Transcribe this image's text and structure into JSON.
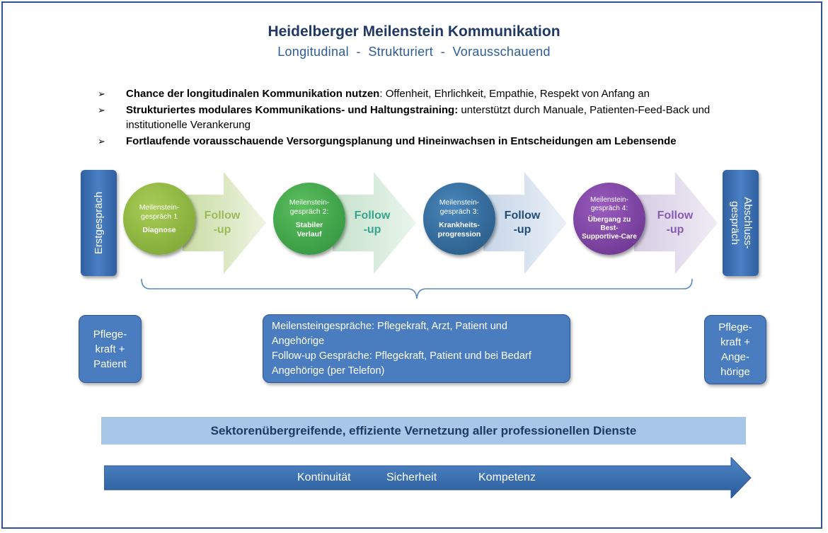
{
  "title": "Heidelberger Meilenstein Kommunikation",
  "subtitle": "Longitudinal  -  Strukturiert  -  Vorausschauend",
  "bullets": [
    {
      "bold": "Chance der longitudinalen Kommunikation nutzen",
      "rest": ": Offenheit, Ehrlichkeit, Empathie, Respekt von Anfang an"
    },
    {
      "bold": "Strukturiertes modulares Kommunikations- und Haltungstraining:",
      "rest": " unterstützt durch Manuale, Patienten-Feed-Back und institutionelle Verankerung"
    },
    {
      "bold": "Fortlaufende vorausschauende Versorgungsplanung und Hineinwachsen in Entscheidungen am Lebensende",
      "rest": ""
    }
  ],
  "bullet_symbol": "➢",
  "side_left": "Erstgespräch",
  "side_right_line1": "Abschluss-",
  "side_right_line2": "gespräch",
  "milestones": [
    {
      "line1": "Meilenstein-",
      "line2": "gespräch 1",
      "topic1": "Diagnose",
      "topic2": "",
      "color": "#8ab03a",
      "follow1": "Follow",
      "follow2": "-up",
      "follow_color": "#9bbb59"
    },
    {
      "line1": "Meilenstein-",
      "line2": "gespräch 2:",
      "topic1": "Stabiler",
      "topic2": "Verlauf",
      "color": "#3fa04a",
      "follow1": "Follow",
      "follow2": "-up",
      "follow_color": "#35a58e"
    },
    {
      "line1": "Meilenstein-",
      "line2": "gespräch 3:",
      "topic1": "Krankheits-",
      "topic2": "progression",
      "color": "#2f6596",
      "follow1": "Follow",
      "follow2": "-up",
      "follow_color": "#1f4e79"
    },
    {
      "line1": "Meilenstein-",
      "line2": "gespräch 4:",
      "topic1": "Übergang zu Best-",
      "topic2": "Supportive-Care",
      "color": "#7b3e9e",
      "follow1": "Follow",
      "follow2": "-up",
      "follow_color": "#8a5bb5"
    }
  ],
  "box_left": [
    "Pflege-",
    "kraft +",
    "Patient"
  ],
  "box_middle": [
    "Meilensteingespräche: Pflegekraft, Arzt, Patient und",
    "Angehörige",
    "Follow-up Gespräche: Pflegekraft, Patient und bei Bedarf",
    "Angehörige (per Telefon)"
  ],
  "box_right": [
    "Pflege-",
    "kraft +",
    "Ange-",
    "hörige"
  ],
  "banner": "Sektorenübergreifende, effiziente Vernetzung aller professionellen Dienste",
  "bottom_words": [
    "Kontinuität",
    "Sicherheit",
    "Kompetenz"
  ]
}
